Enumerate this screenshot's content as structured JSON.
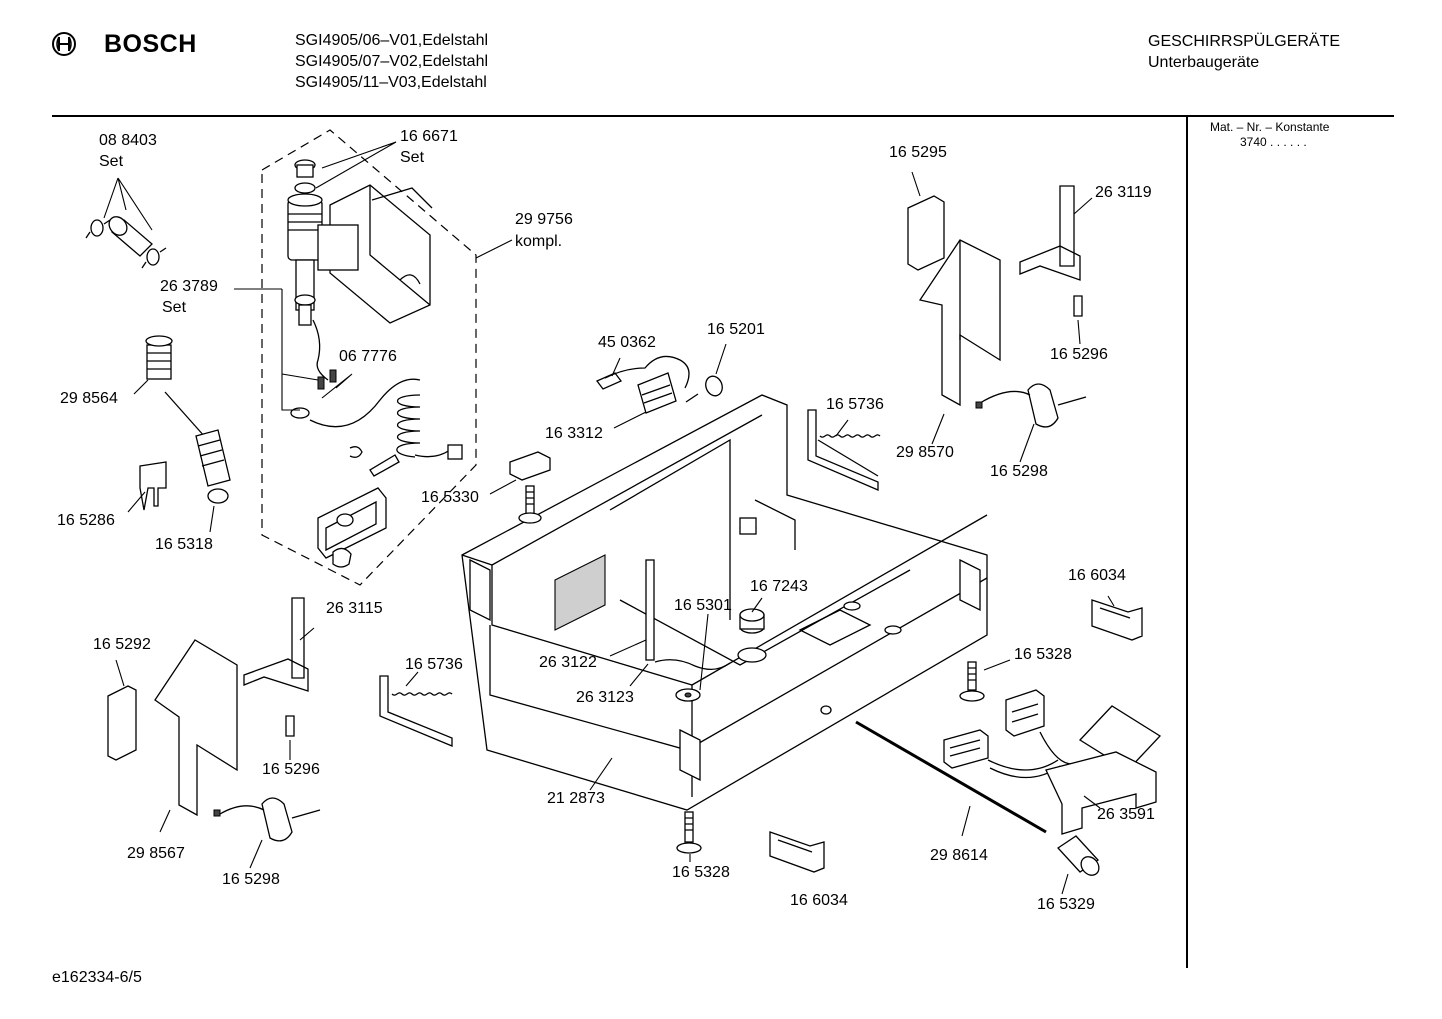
{
  "header": {
    "brand": "BOSCH",
    "models": [
      "SGI4905/06–V01,Edelstahl",
      "SGI4905/07–V02,Edelstahl",
      "SGI4905/11–V03,Edelstahl"
    ],
    "category": "GESCHIRRSPÜLGERÄTE",
    "subcategory": "Unterbaugeräte"
  },
  "side_panel": {
    "title": "Mat. – Nr. – Konstante",
    "value": "3740  .  .  .  .  .  ."
  },
  "parts": {
    "p088403": "08 8403",
    "p088403_set": "Set",
    "p166671": "16 6671",
    "p166671_set": "Set",
    "p299756": "29 9756",
    "p299756_kompl": "kompl.",
    "p263789": "26 3789",
    "p263789_set": "Set",
    "p067776": "06 7776",
    "p298564": "29 8564",
    "p165286": "16 5286",
    "p165318": "16 5318",
    "p450362": "45 0362",
    "p165201": "16 5201",
    "p163312": "16 3312",
    "p165330": "16 5330",
    "p165295": "16 5295",
    "p263119": "26 3119",
    "p165296_top": "16 5296",
    "p165736_top": "16 5736",
    "p298570": "29 8570",
    "p165298_top": "16 5298",
    "p166034_right": "16 6034",
    "p263115": "26 3115",
    "p165292": "16 5292",
    "p167243": "16 7243",
    "p165301": "16 5301",
    "p263122": "26 3122",
    "p263123": "26 3123",
    "p165736_left": "16 5736",
    "p165296_bottom": "16 5296",
    "p298567": "29 8567",
    "p165298_bottom": "16 5298",
    "p212873": "21 2873",
    "p165328_center": "16 5328",
    "p166034_bottom": "16 6034",
    "p165328_right": "16 5328",
    "p298614": "29 8614",
    "p263591": "26 3591",
    "p165329": "16 5329"
  },
  "footer": {
    "doc_id": "e162334-6/5"
  }
}
